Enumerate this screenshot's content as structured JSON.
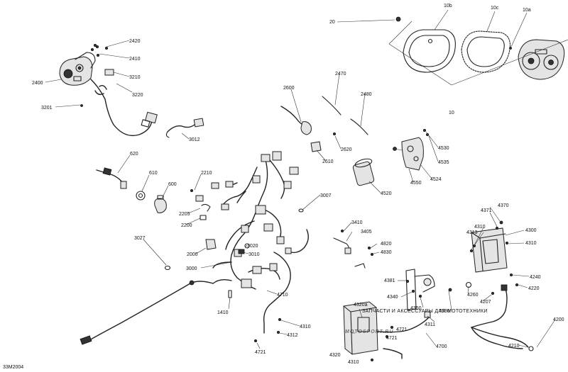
{
  "diagram": {
    "code": "33M2004",
    "watermark": {
      "caption": "ЗАПЧАСТИ И АКСЕССУАРЫ ДЛЯ МОТОТЕХНИКИ",
      "logo": "MOTOSPORT.RU"
    },
    "callouts": [
      "2420",
      "2410",
      "2400",
      "3210",
      "3220",
      "3201",
      "3012",
      "620",
      "610",
      "600",
      "2210",
      "2205",
      "2200",
      "2000",
      "3000",
      "3010",
      "3020",
      "3027",
      "1410",
      "4710",
      "4310",
      "4312",
      "4721",
      "2600",
      "2610",
      "2620",
      "2470",
      "2480",
      "3007",
      "4520",
      "4550",
      "4524",
      "4530",
      "4535",
      "20",
      "10b",
      "10c",
      "10a",
      "10",
      "3410",
      "3405",
      "4820",
      "4830",
      "4381",
      "4340",
      "4350",
      "4311",
      "4330",
      "4320a",
      "4320",
      "4700",
      "4370",
      "4371",
      "4313",
      "4300",
      "4240",
      "4220",
      "4260",
      "4207",
      "4200",
      "4210"
    ]
  }
}
